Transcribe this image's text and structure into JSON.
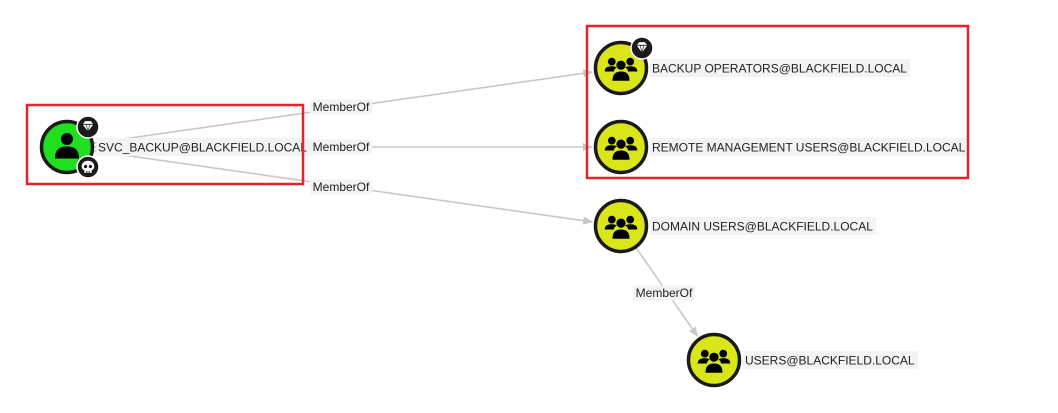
{
  "graph": {
    "colors": {
      "user_node": "#1fe01f",
      "group_node": "#d9e619",
      "node_border": "#1a1a1a",
      "edge": "#c8c8c8",
      "highlight": "#e8222b",
      "label_bg": "#f3f3f3"
    },
    "nodes": [
      {
        "id": "svc",
        "label": "SVC_BACKUP@BLACKFIELD.LOCAL",
        "type": "user",
        "icon": "user-icon",
        "badges": [
          "diamond-icon",
          "skull-icon"
        ]
      },
      {
        "id": "bo",
        "label": "BACKUP OPERATORS@BLACKFIELD.LOCAL",
        "type": "group",
        "icon": "group-icon",
        "badges": [
          "diamond-icon"
        ]
      },
      {
        "id": "rmu",
        "label": "REMOTE MANAGEMENT USERS@BLACKFIELD.LOCAL",
        "type": "group",
        "icon": "group-icon",
        "badges": []
      },
      {
        "id": "du",
        "label": "DOMAIN USERS@BLACKFIELD.LOCAL",
        "type": "group",
        "icon": "group-icon",
        "badges": []
      },
      {
        "id": "users",
        "label": "USERS@BLACKFIELD.LOCAL",
        "type": "group",
        "icon": "group-icon",
        "badges": []
      }
    ],
    "edges": [
      {
        "from": "svc",
        "to": "bo",
        "label": "MemberOf"
      },
      {
        "from": "svc",
        "to": "rmu",
        "label": "MemberOf"
      },
      {
        "from": "svc",
        "to": "du",
        "label": "MemberOf"
      },
      {
        "from": "du",
        "to": "users",
        "label": "MemberOf"
      }
    ],
    "highlights": [
      {
        "id": "source-highlight",
        "nodes": [
          "svc"
        ]
      },
      {
        "id": "target-highlight",
        "nodes": [
          "bo",
          "rmu"
        ]
      }
    ]
  }
}
